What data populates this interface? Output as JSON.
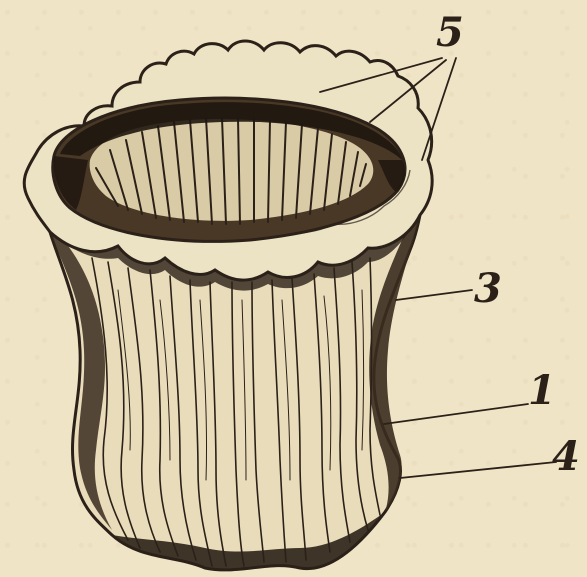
{
  "figure": {
    "ink_color": "#2b2118",
    "paper_color": "#efe4c6",
    "labels": [
      {
        "id": "label-5",
        "text": "5"
      },
      {
        "id": "label-3",
        "text": "3"
      },
      {
        "id": "label-1",
        "text": "1"
      },
      {
        "id": "label-4",
        "text": "4"
      }
    ]
  }
}
